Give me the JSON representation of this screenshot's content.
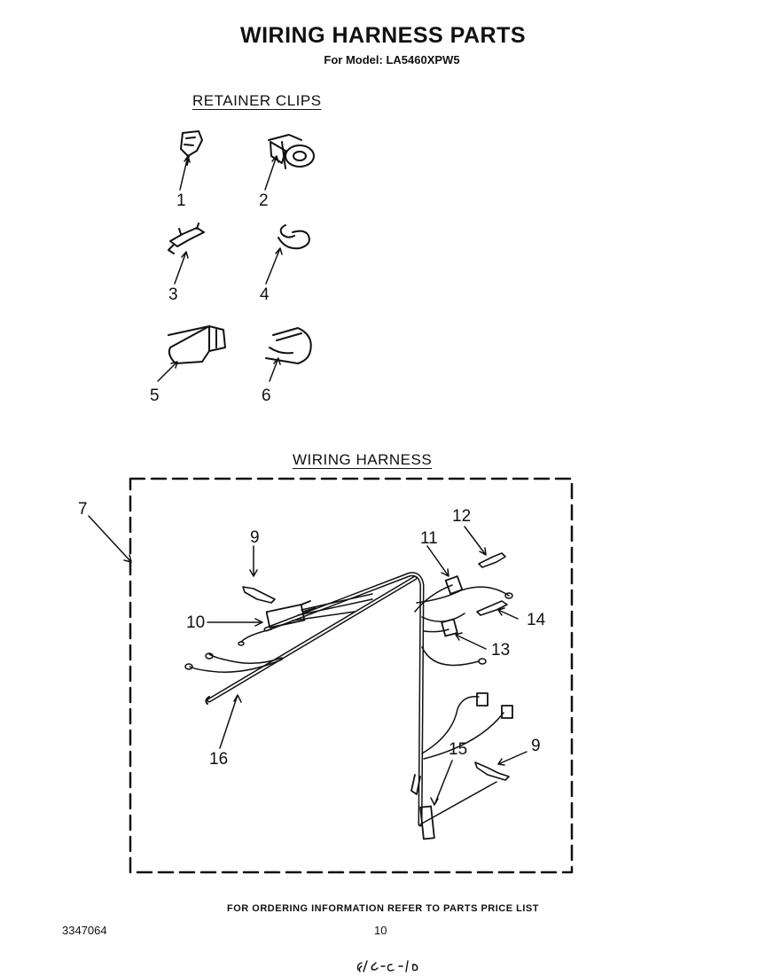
{
  "header": {
    "title": "WIRING HARNESS PARTS",
    "model": "For Model: LA5460XPW5"
  },
  "sections": {
    "clips": "RETAINER CLIPS",
    "harness": "WIRING HARNESS"
  },
  "parts": {
    "p1": "1",
    "p2": "2",
    "p3": "3",
    "p4": "4",
    "p5": "5",
    "p6": "6",
    "p7": "7",
    "p9a": "9",
    "p9b": "9",
    "p10": "10",
    "p11": "11",
    "p12": "12",
    "p13": "13",
    "p14": "14",
    "p15": "15",
    "p16": "16"
  },
  "footer": {
    "ordering": "FOR ORDERING INFORMATION REFER TO PARTS PRICE LIST",
    "doc_number": "3347064",
    "page_number": "10"
  }
}
